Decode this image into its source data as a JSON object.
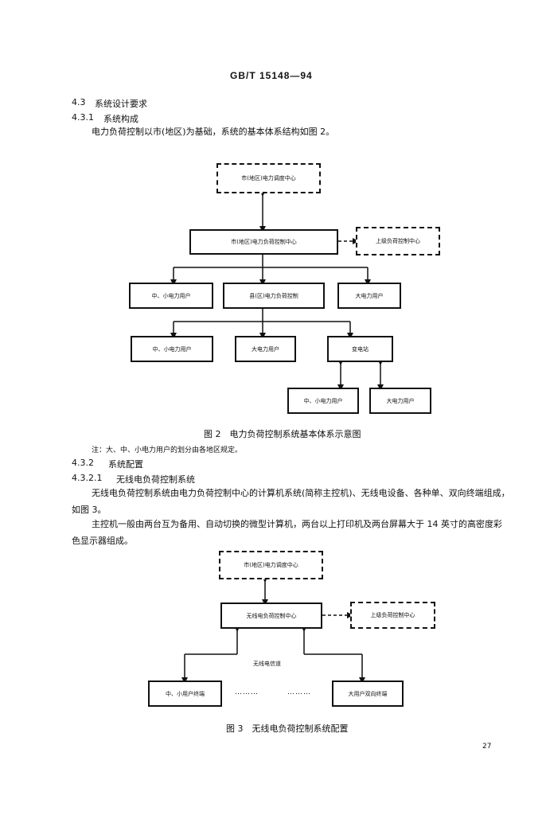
{
  "header": {
    "standard_no": "GB/T 15148—94"
  },
  "sec_4_3": {
    "num": "4.3",
    "title": "系统设计要求"
  },
  "sec_4_3_1": {
    "num": "4.3.1",
    "title": "系统构成",
    "text": "电力负荷控制以市(地区)为基础，系统的基本体系结构如图 2。"
  },
  "fig2": {
    "nodes": {
      "city_dispatch": "市(地区)电力调度中心",
      "city_control": "市(地区)电力负荷控制中心",
      "upper_control": "上级负荷控制中心",
      "mid_small_user_1": "中、小电力用户",
      "county_control": "县(区)电力负荷控制",
      "large_user_1": "大电力用户",
      "mid_small_user_2": "中、小电力用户",
      "large_user_2": "大电力用户",
      "substation": "变电站",
      "mid_small_user_3": "中、小电力用户",
      "large_user_3": "大电力用户"
    },
    "caption": "图 2　电力负荷控制系统基本体系示意图"
  },
  "note": "注：大、中、小电力用户的划分由各地区规定。",
  "sec_4_3_2": {
    "num": "4.3.2",
    "title": "系统配置"
  },
  "sec_4_3_2_1": {
    "num": "4.3.2.1",
    "title": "无线电负荷控制系统",
    "para1": "无线电负荷控制系统由电力负荷控制中心的计算机系统(简称主控机)、无线电设备、各种单、双向终端组成，如图 3。",
    "para2": "主控机一般由两台互为备用、自动切换的微型计算机，两台以上打印机及两台屏幕大于 14 英寸的高密度彩色显示器组成。"
  },
  "fig3": {
    "nodes": {
      "city_dispatch": "市(地区)电力调度中心",
      "radio_control": "无线电负荷控制中心",
      "upper_control": "上级负荷控制中心",
      "radio_channel": "无线电信道",
      "mid_small_terminal": "中、小用户终端",
      "large_user_terminal": "大用户双向终端",
      "ellipsis_1": "………",
      "ellipsis_2": "………"
    },
    "caption": "图 3　无线电负荷控制系统配置"
  },
  "page_number": "27"
}
